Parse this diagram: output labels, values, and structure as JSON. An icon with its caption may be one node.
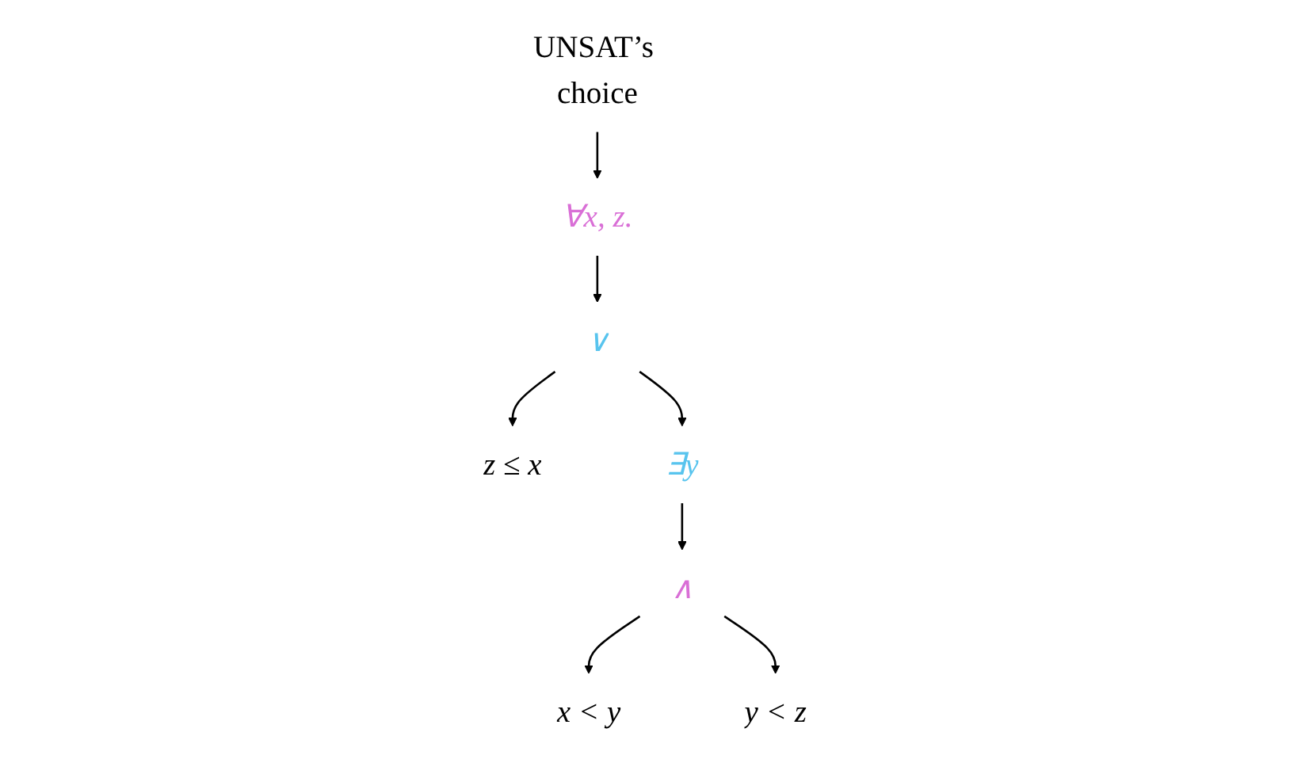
{
  "diagram": {
    "nodes": [
      {
        "text": [
          "∀x, z."
        ]
      },
      {
        "text": [
          "∨"
        ]
      },
      {
        "text": [
          "z ≤ x"
        ]
      },
      {
        "text": [
          "∃y"
        ]
      },
      {
        "text": [
          "∧"
        ]
      },
      {
        "text": [
          "x < y"
        ]
      },
      {
        "text": [
          "y < z"
        ]
      },
      {
        "text": [
          "UNSAT’s choice"
        ]
      }
    ],
    "edges": [
      {
        "from": 7,
        "to": 0,
        "arrow": "to"
      },
      {
        "from": 0,
        "to": 1,
        "arrow": "to"
      },
      {
        "from": 1,
        "to": 2,
        "arrow": "to"
      },
      {
        "from": 1,
        "to": 3,
        "arrow": "to"
      },
      {
        "from": 3,
        "to": 4,
        "arrow": "to"
      },
      {
        "from": 4,
        "to": 5,
        "arrow": "to"
      },
      {
        "from": 4,
        "to": 6,
        "arrow": "to"
      }
    ]
  }
}
